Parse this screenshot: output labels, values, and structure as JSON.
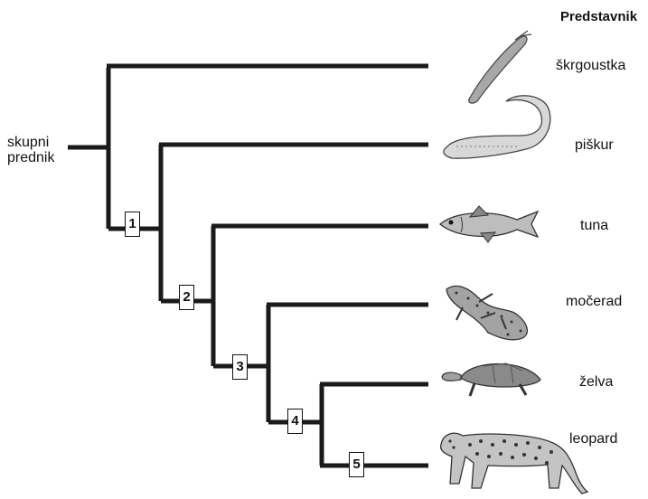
{
  "header": {
    "title": "Predstavnik"
  },
  "root": {
    "line1": "skupni",
    "line2": "prednik"
  },
  "taxa": [
    {
      "label": "škrgoustka",
      "icon": "hagfish-icon"
    },
    {
      "label": "piškur",
      "icon": "lamprey-icon"
    },
    {
      "label": "tuna",
      "icon": "tuna-icon"
    },
    {
      "label": "močerad",
      "icon": "salamander-icon"
    },
    {
      "label": "želva",
      "icon": "turtle-icon"
    },
    {
      "label": "leopard",
      "icon": "leopard-icon"
    }
  ],
  "nodes": [
    "1",
    "2",
    "3",
    "4",
    "5"
  ],
  "colors": {
    "line": "#1a1a1a",
    "animal": "#9a9a9a"
  }
}
